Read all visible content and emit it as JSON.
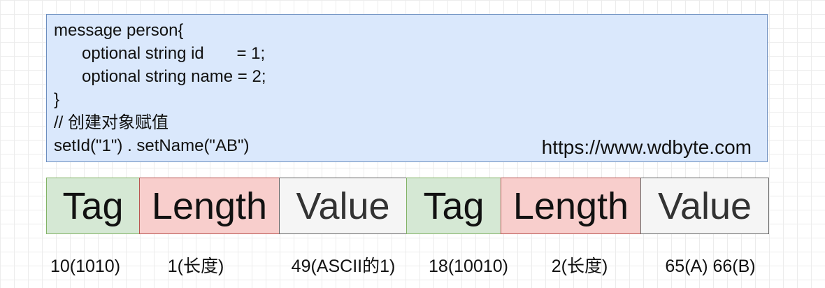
{
  "code_box": {
    "lines": [
      "message person{",
      "      optional string id       = 1;",
      "      optional string name = 2;",
      "}",
      "// 创建对象赋值",
      "setId(\"1\") . setName(\"AB\")"
    ],
    "url": "https://www.wdbyte.com"
  },
  "cells": [
    "Tag",
    "Length",
    "Value",
    "Tag",
    "Length",
    "Value"
  ],
  "captions": [
    "10(1010)",
    "1(长度)",
    "49(ASCII的1)",
    "18(10010)",
    "2(长度)",
    "65(A) 66(B)"
  ],
  "colors": {
    "code_fill": "#dae8fc",
    "code_stroke": "#6c8ebf",
    "tag_fill": "#d5e8d4",
    "tag_stroke": "#82b366",
    "length_fill": "#f8cecc",
    "length_stroke": "#b85450",
    "value_fill": "#f5f5f5",
    "value_stroke": "#666666"
  }
}
